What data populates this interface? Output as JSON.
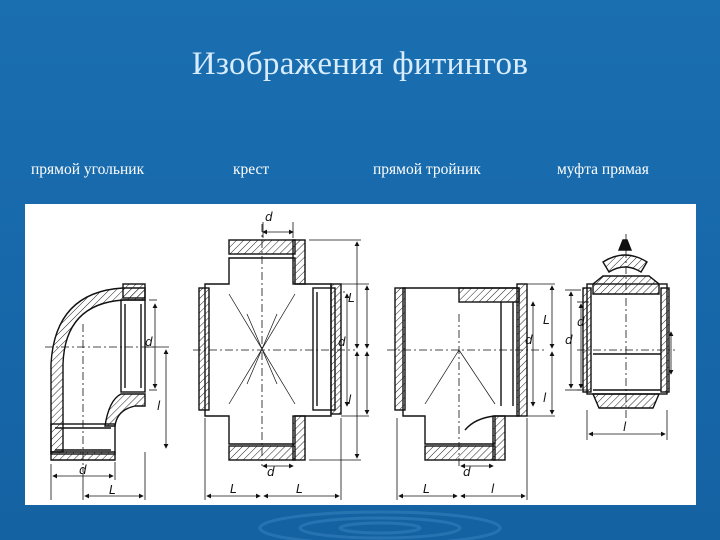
{
  "slide": {
    "title": "Изображения фитингов"
  },
  "captions": {
    "elbow": "прямой угольник",
    "cross": "крест",
    "tee": "прямой тройник",
    "coupling": "муфта прямая"
  },
  "dims": {
    "d": "d",
    "l": "l",
    "L": "L"
  },
  "colors": {
    "background": "#1769ab",
    "title": "#d8ecff",
    "caption": "#ffffff",
    "panel": "#ffffff",
    "drawing": "#111111"
  }
}
